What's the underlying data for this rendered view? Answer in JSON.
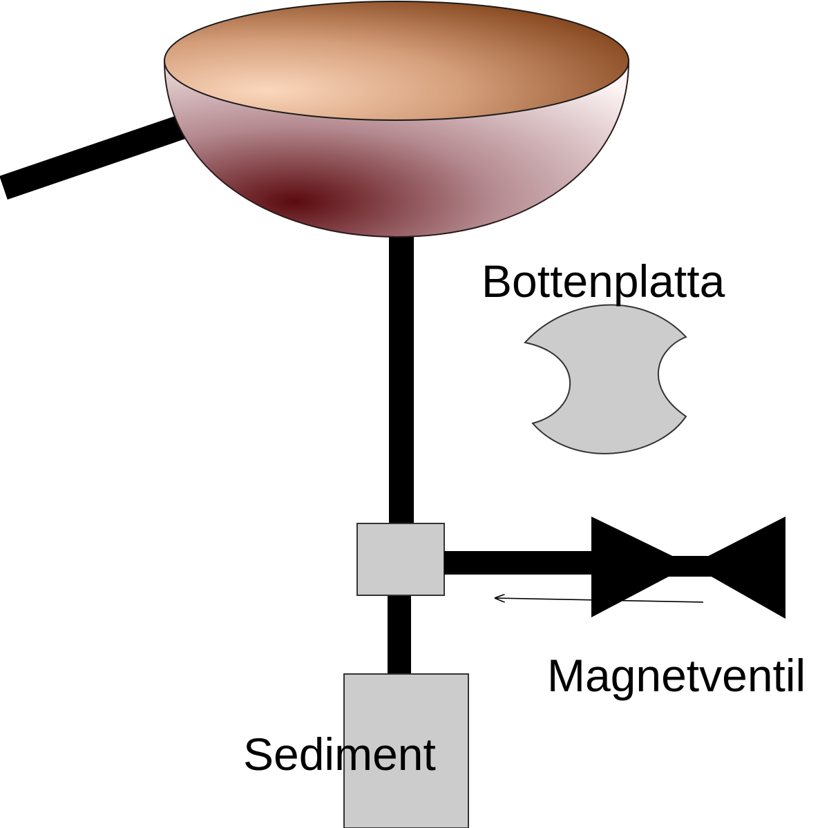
{
  "labels": {
    "bottom_plate": "Bottenplatta",
    "solenoid_valve": "Magnetventil",
    "sediment": "Sediment"
  },
  "colors": {
    "pipe": "#000000",
    "component_fill": "#cccccc",
    "outline": "#333333",
    "background": "#ffffff"
  },
  "icons": {
    "bowl": "hemispherical-bowl",
    "valve": "bowtie-valve-symbol",
    "arrow": "flow-arrow-left"
  }
}
